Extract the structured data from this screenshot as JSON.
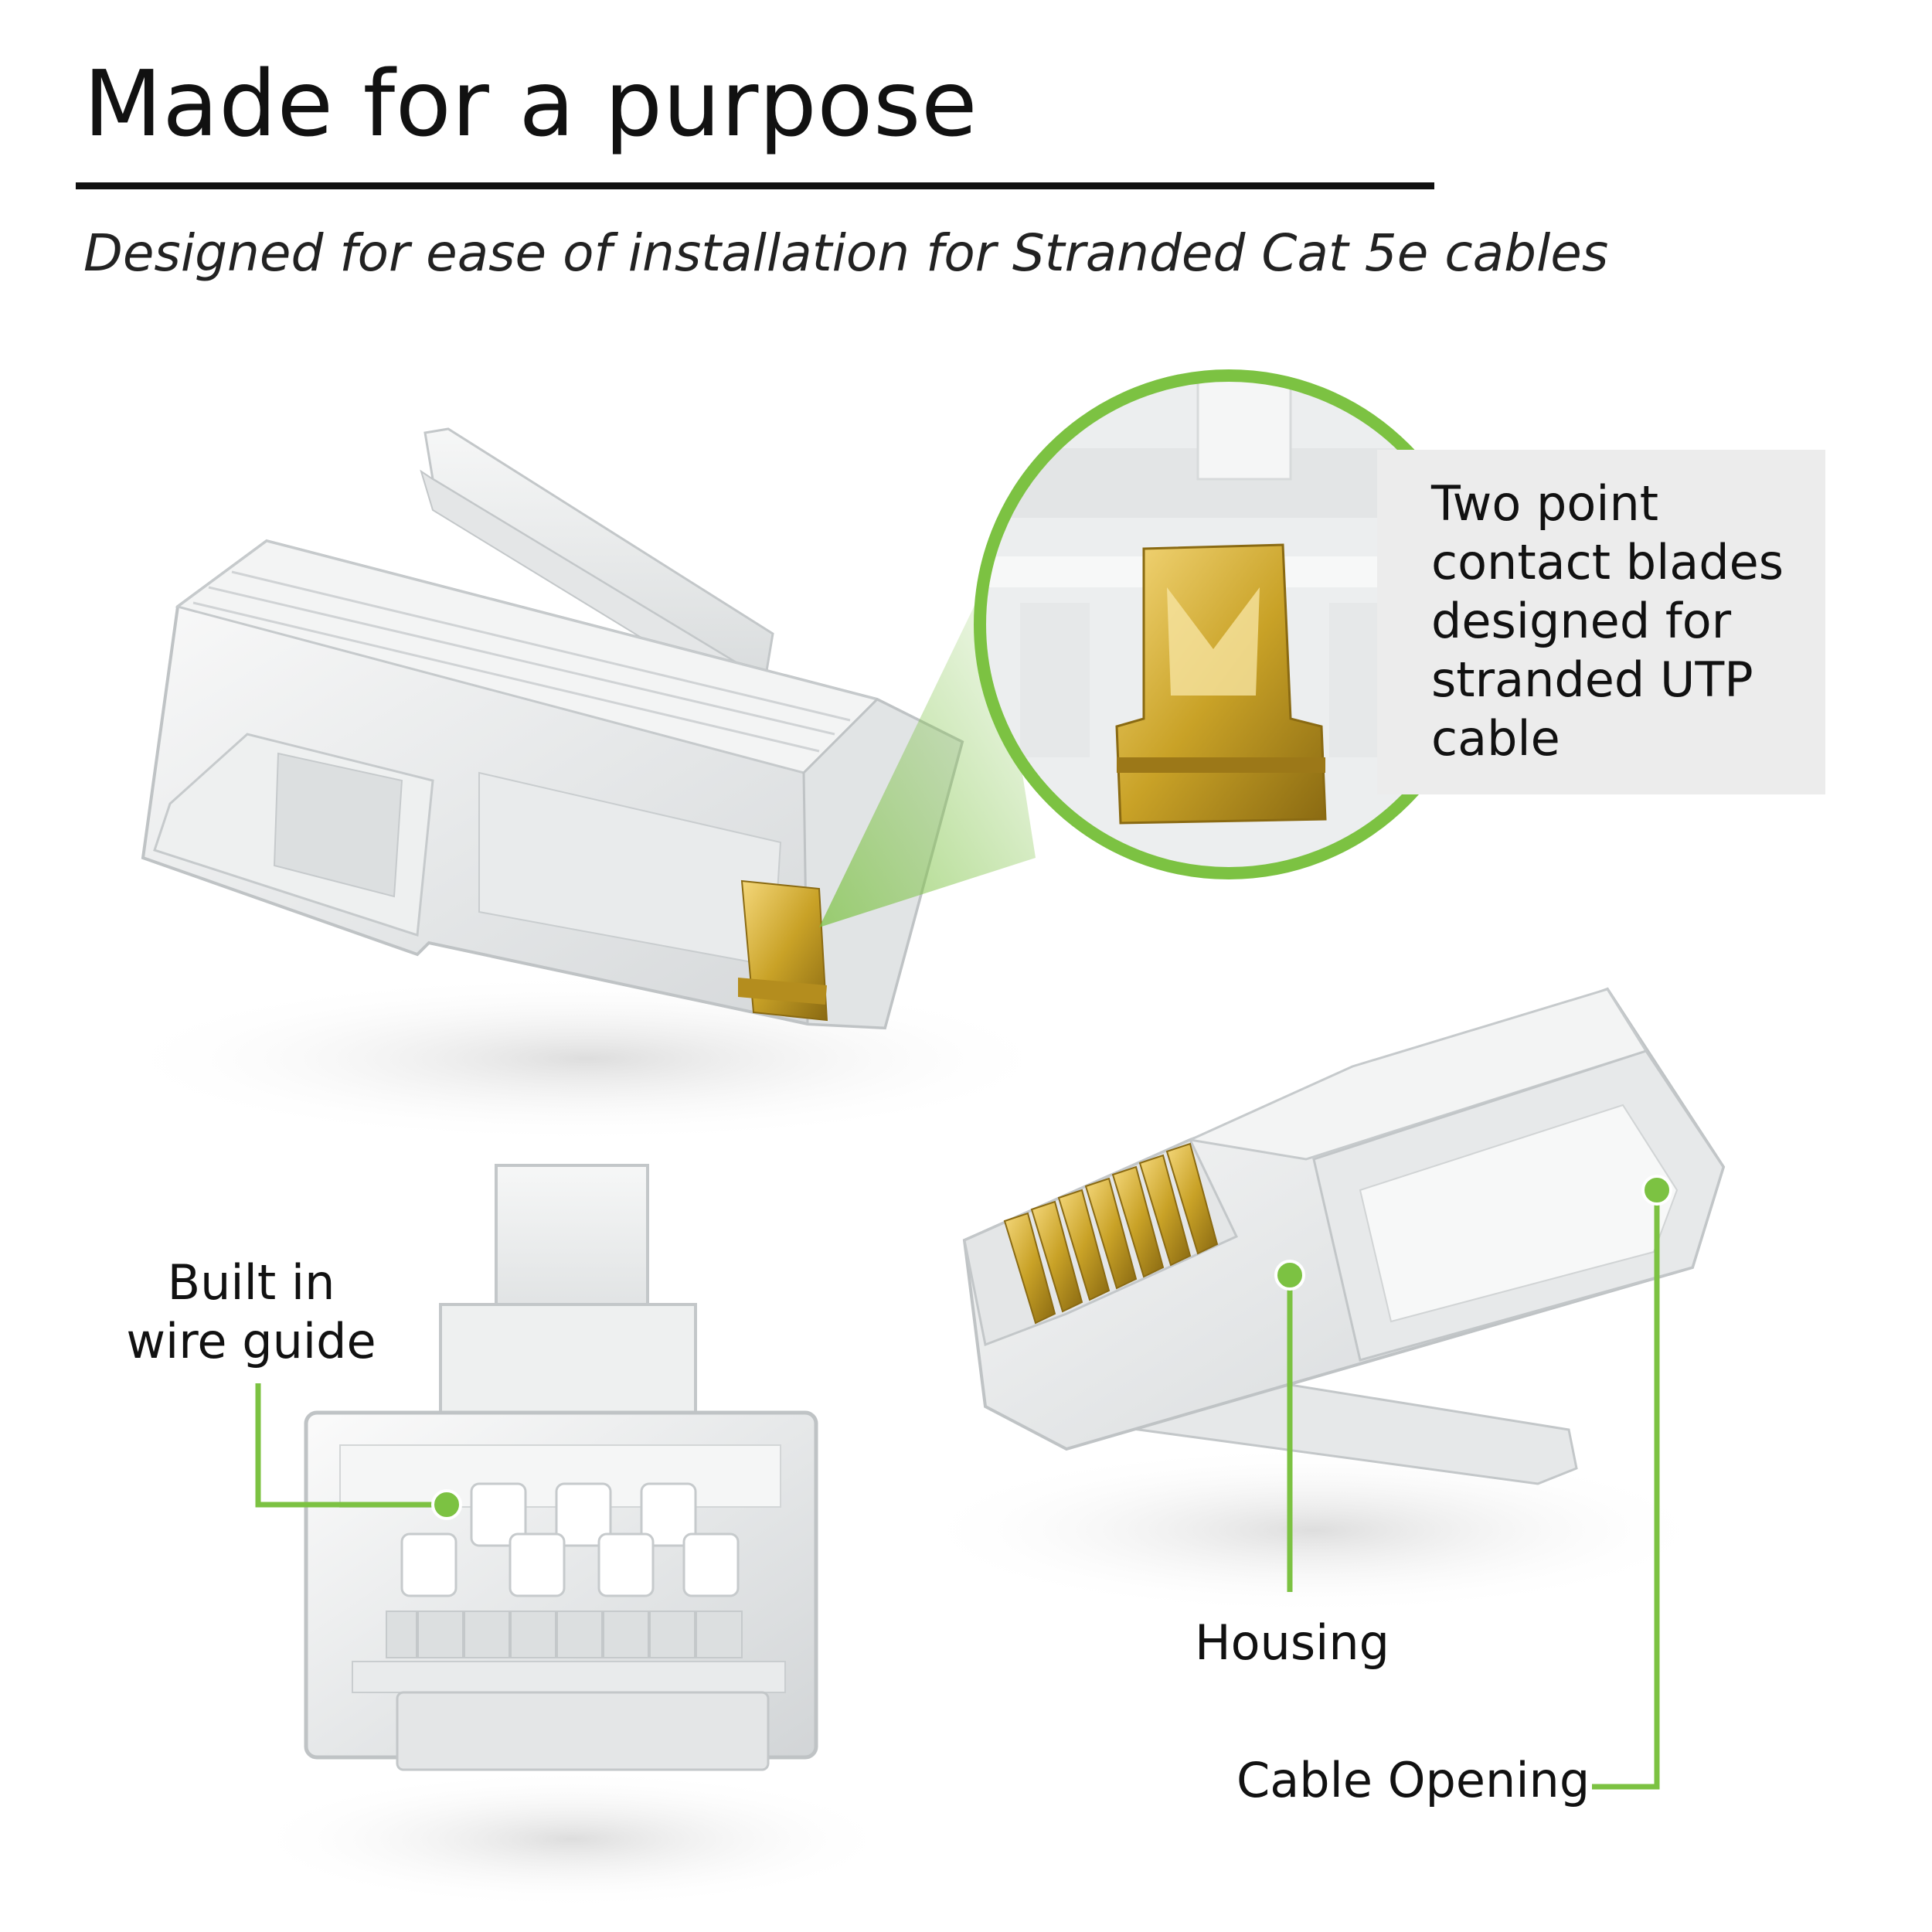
{
  "heading": {
    "title": "Made for a purpose",
    "subtitle": "Designed for ease of  installation for Stranded Cat 5e cables"
  },
  "callout": {
    "lines": [
      "Two point",
      "contact blades",
      "designed for",
      "stranded UTP",
      "cable"
    ]
  },
  "labels": {
    "wire_guide": [
      "Built in",
      "wire guide"
    ],
    "housing": "Housing",
    "cable_opening": "Cable Opening"
  },
  "colors": {
    "accent_green": "#7cc242",
    "text": "#111111",
    "callout_bg": "#ececec",
    "gold": "#c9a227"
  },
  "icons": {
    "connector_top": "rj45-connector-side-view",
    "connector_front": "rj45-connector-front-view",
    "connector_rear": "rj45-connector-rear-view",
    "magnifier": "contact-blade-zoom-circle"
  }
}
